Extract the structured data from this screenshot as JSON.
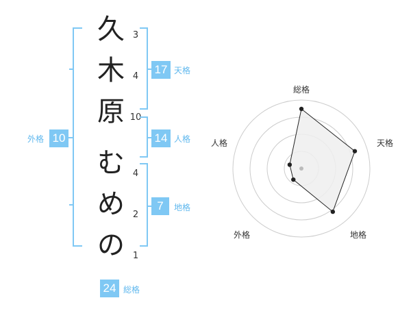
{
  "name": {
    "chars": [
      "久",
      "木",
      "原",
      "む",
      "め",
      "の"
    ],
    "strokes": [
      "3",
      "4",
      "10",
      "4",
      "2",
      "1"
    ]
  },
  "fortune": {
    "tenkaku": {
      "label": "天格",
      "value": "17"
    },
    "jinkaku": {
      "label": "人格",
      "value": "14"
    },
    "chikaku": {
      "label": "地格",
      "value": "7"
    },
    "gaikaku": {
      "label": "外格",
      "value": "10"
    },
    "soukaku": {
      "label": "総格",
      "value": "24"
    }
  },
  "radar": {
    "axes": [
      "総格",
      "天格",
      "地格",
      "外格",
      "人格"
    ],
    "values": [
      0.87,
      0.82,
      0.78,
      0.2,
      0.18
    ],
    "rings": 4,
    "colors": {
      "fill": "#eeeeee",
      "stroke": "#222222",
      "ring": "#cccccc",
      "center": "#bbbbbb"
    }
  },
  "colors": {
    "accent": "#7fc8f4",
    "label": "#60b8ee"
  }
}
